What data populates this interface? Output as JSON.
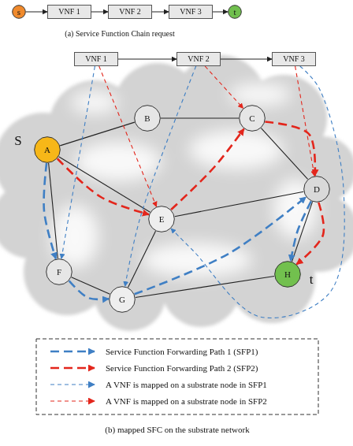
{
  "diagram": {
    "nodes": [
      {
        "text": [
          "s"
        ]
      },
      {
        "text": [
          "VNF 1"
        ]
      },
      {
        "text": [
          "VNF 2"
        ]
      },
      {
        "text": [
          "VNF 3"
        ]
      },
      {
        "text": [
          "t"
        ]
      },
      {
        "text": [
          "VNF 1"
        ]
      },
      {
        "text": [
          "VNF 2"
        ]
      },
      {
        "text": [
          "VNF 3"
        ]
      },
      {
        "text": [
          "A",
          "S"
        ]
      },
      {
        "text": [
          "B"
        ]
      },
      {
        "text": [
          "C"
        ]
      },
      {
        "text": [
          "D"
        ]
      },
      {
        "text": [
          "E"
        ]
      },
      {
        "text": [
          "F"
        ]
      },
      {
        "text": [
          "G"
        ]
      },
      {
        "text": [
          "H",
          "t"
        ]
      }
    ],
    "edges": [
      {
        "from": 0,
        "to": 1,
        "arrow": "to"
      },
      {
        "from": 1,
        "to": 2,
        "arrow": "to"
      },
      {
        "from": 2,
        "to": 3,
        "arrow": "to"
      },
      {
        "from": 3,
        "to": 4,
        "arrow": "to"
      },
      {
        "from": 5,
        "to": 6,
        "arrow": "to"
      },
      {
        "from": 6,
        "to": 7,
        "arrow": "to"
      },
      {
        "from": 8,
        "to": 9,
        "arrow": "none"
      },
      {
        "from": 9,
        "to": 10,
        "arrow": "none"
      },
      {
        "from": 10,
        "to": 11,
        "arrow": "none"
      },
      {
        "from": 8,
        "to": 12,
        "arrow": "none"
      },
      {
        "from": 8,
        "to": 13,
        "arrow": "none"
      },
      {
        "from": 13,
        "to": 14,
        "arrow": "none"
      },
      {
        "from": 14,
        "to": 15,
        "arrow": "none"
      },
      {
        "from": 12,
        "to": 14,
        "arrow": "none"
      },
      {
        "from": 12,
        "to": 11,
        "arrow": "none"
      },
      {
        "from": 11,
        "to": 15,
        "arrow": "none"
      },
      {
        "from": 8,
        "to": 13,
        "arrow": "to"
      },
      {
        "from": 13,
        "to": 14,
        "arrow": "to"
      },
      {
        "from": 14,
        "to": 11,
        "arrow": "to"
      },
      {
        "from": 11,
        "to": 15,
        "arrow": "to"
      },
      {
        "from": 8,
        "to": 12,
        "arrow": "to"
      },
      {
        "from": 12,
        "to": 10,
        "arrow": "to"
      },
      {
        "from": 10,
        "to": 11,
        "arrow": "to"
      },
      {
        "from": 11,
        "to": 15,
        "arrow": "to"
      },
      {
        "from": 5,
        "to": 13,
        "arrow": "to"
      },
      {
        "from": 5,
        "to": 12,
        "arrow": "to"
      },
      {
        "from": 6,
        "to": 10,
        "arrow": "to"
      },
      {
        "from": 6,
        "to": 14,
        "arrow": "to"
      },
      {
        "from": 7,
        "to": 11,
        "arrow": "to"
      },
      {
        "from": 7,
        "to": 12,
        "arrow": "to"
      }
    ],
    "labels": [
      "(a) Service Function Chain request",
      "(b) mapped SFC on the substrate network"
    ],
    "legend": [
      {
        "text": "Service Function Forwarding Path 1 (SFP1)"
      },
      {
        "text": "Service Function Forwarding Path 2 (SFP2)"
      },
      {
        "text": "A VNF is mapped on a substrate node in SFP1"
      },
      {
        "text": "A VNF is mapped on a substrate node in SFP2"
      }
    ]
  }
}
